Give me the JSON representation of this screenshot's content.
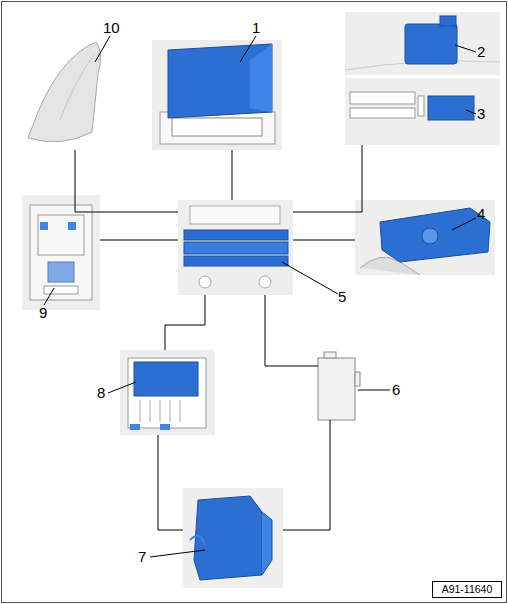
{
  "diagram": {
    "nodes": [
      {
        "text": [
          "10"
        ]
      },
      {
        "text": [
          "1"
        ]
      },
      {
        "text": [
          "2"
        ]
      },
      {
        "text": [
          "3"
        ]
      },
      {
        "text": [
          "9"
        ]
      },
      {
        "text": [
          "5"
        ]
      },
      {
        "text": [
          "4"
        ]
      },
      {
        "text": [
          "8"
        ]
      },
      {
        "text": [
          "6"
        ]
      },
      {
        "text": [
          "7"
        ]
      }
    ],
    "edges": [
      {
        "from": 0,
        "to": 5,
        "arrow": "none"
      },
      {
        "from": 1,
        "to": 5,
        "arrow": "none"
      },
      {
        "from": 3,
        "to": 5,
        "arrow": "none"
      },
      {
        "from": 4,
        "to": 5,
        "arrow": "none"
      },
      {
        "from": 6,
        "to": 5,
        "arrow": "none"
      },
      {
        "from": 5,
        "to": 7,
        "arrow": "none"
      },
      {
        "from": 5,
        "to": 8,
        "arrow": "none"
      },
      {
        "from": 7,
        "to": 9,
        "arrow": "none"
      },
      {
        "from": 8,
        "to": 9,
        "arrow": "none"
      }
    ],
    "labels": [
      "A91-11640"
    ]
  }
}
